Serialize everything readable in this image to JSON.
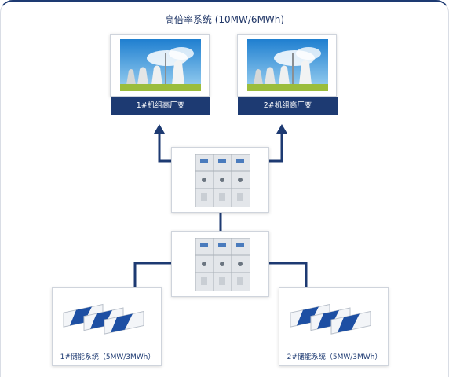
{
  "title": "高倍率系统 (10MW/6MWh)",
  "transformers": [
    {
      "label": "1#机组高厂变"
    },
    {
      "label": "2#机组高厂变"
    }
  ],
  "storage": [
    {
      "label": "1#储能系统（5MW/3MWh）"
    },
    {
      "label": "2#储能系统（5MW/3MWh）"
    }
  ],
  "colors": {
    "accent": "#1d3a72",
    "sky": "#2f8fd0",
    "ground": "#9bbd3c"
  }
}
